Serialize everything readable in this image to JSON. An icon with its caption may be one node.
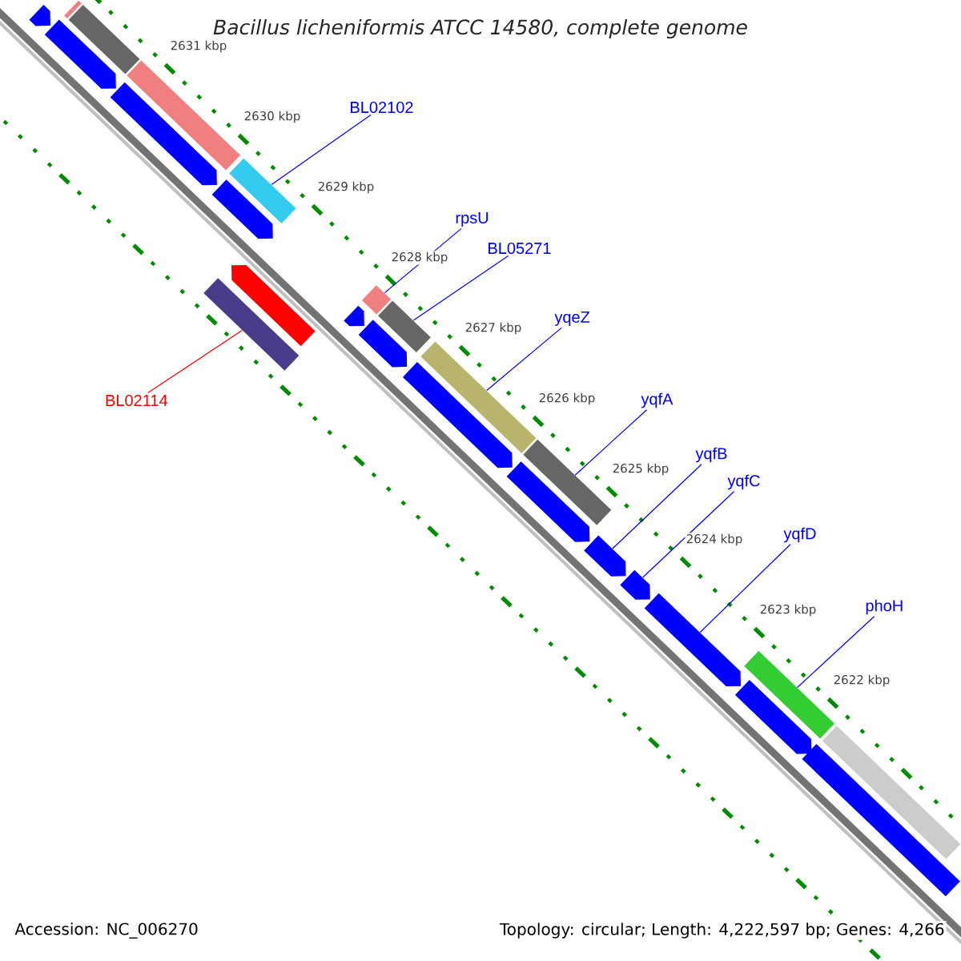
{
  "diagram": {
    "title": "Bacillus licheniformis ATCC 14580, complete genome",
    "nodes": [
      {
        "text": [
          "BL02102"
        ]
      },
      {
        "text": [],
        "shape": "bar"
      },
      {
        "text": [
          "rpsU"
        ]
      },
      {
        "text": [],
        "shape": "bar"
      },
      {
        "text": [
          "BL05271"
        ]
      },
      {
        "text": [],
        "shape": "bar"
      },
      {
        "text": [
          "yqeZ"
        ]
      },
      {
        "text": [],
        "shape": "bar"
      },
      {
        "text": [
          "yqfA"
        ]
      },
      {
        "text": [],
        "shape": "bar"
      },
      {
        "text": [
          "yqfB"
        ]
      },
      {
        "text": [],
        "shape": "arrow"
      },
      {
        "text": [
          "yqfC"
        ]
      },
      {
        "text": [],
        "shape": "arrow"
      },
      {
        "text": [
          "yqfD"
        ]
      },
      {
        "text": [],
        "shape": "arrow"
      },
      {
        "text": [
          "phoH"
        ]
      },
      {
        "text": [],
        "shape": "bar"
      },
      {
        "text": [
          "BL02114"
        ]
      },
      {
        "text": [],
        "shape": "bar"
      },
      {
        "text": [],
        "shape": "bar"
      },
      {
        "text": [],
        "shape": "bar"
      },
      {
        "text": [],
        "shape": "bar"
      },
      {
        "text": [],
        "shape": "bar"
      },
      {
        "text": [],
        "shape": "arrow"
      },
      {
        "text": [],
        "shape": "arrow"
      },
      {
        "text": [],
        "shape": "arrow"
      },
      {
        "text": [],
        "shape": "arrow"
      },
      {
        "text": [],
        "shape": "arrow"
      },
      {
        "text": [],
        "shape": "arrow"
      },
      {
        "text": [],
        "shape": "arrow"
      },
      {
        "text": [],
        "shape": "arrow"
      },
      {
        "text": [],
        "shape": "arrow"
      },
      {
        "text": [],
        "shape": "arrow"
      },
      {
        "text": [],
        "shape": "bar"
      }
    ],
    "edges": [
      {
        "from": 0,
        "to": 1,
        "arrow": "none"
      },
      {
        "from": 2,
        "to": 3,
        "arrow": "none"
      },
      {
        "from": 4,
        "to": 5,
        "arrow": "none"
      },
      {
        "from": 6,
        "to": 7,
        "arrow": "none"
      },
      {
        "from": 8,
        "to": 9,
        "arrow": "none"
      },
      {
        "from": 10,
        "to": 11,
        "arrow": "none"
      },
      {
        "from": 12,
        "to": 13,
        "arrow": "none"
      },
      {
        "from": 14,
        "to": 15,
        "arrow": "none"
      },
      {
        "from": 16,
        "to": 17,
        "arrow": "none"
      },
      {
        "from": 18,
        "to": 19,
        "arrow": "none",
        "color": "#ff0000"
      }
    ],
    "labels": [
      "2631 kbp",
      "2630 kbp",
      "2629 kbp",
      "2628 kbp",
      "2627 kbp",
      "2626 kbp",
      "2625 kbp",
      "2624 kbp",
      "2623 kbp",
      "2622 kbp",
      "Accession: NC_006270",
      "Topology: circular; Length: 4,222,597 bp; Genes: 4,266"
    ]
  }
}
